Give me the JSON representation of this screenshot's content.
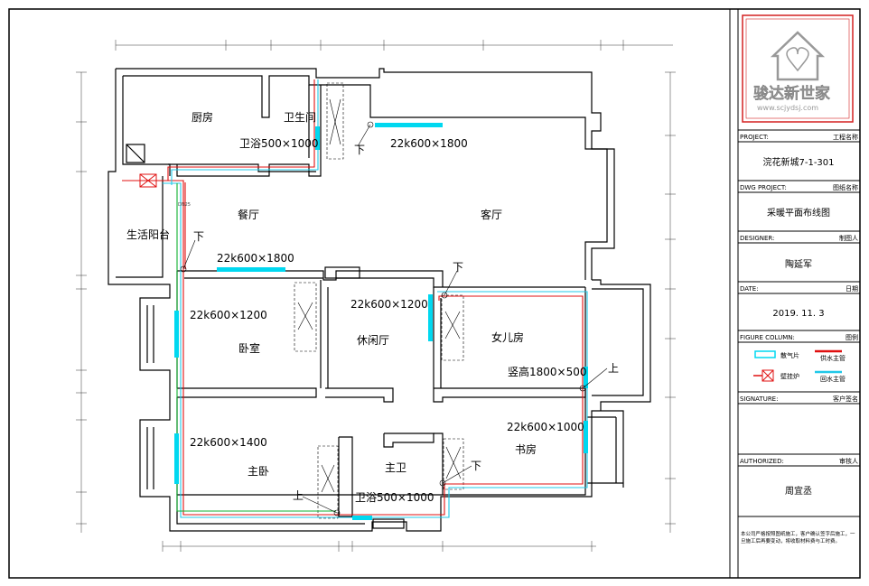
{
  "title_block": {
    "logo_text": "骏达新世家",
    "logo_url_text": "www.scjydsj.com",
    "rows": [
      {
        "key": "project",
        "label_en": "PROJECT:",
        "label_cn": "工程名称",
        "value": "浣花新城7-1-301"
      },
      {
        "key": "dwg",
        "label_en": "DWG PROJECT:",
        "label_cn": "图纸名称",
        "value": "采暖平面布线图"
      },
      {
        "key": "designer",
        "label_en": "DESIGNER:",
        "label_cn": "制图人",
        "value": "陶延军"
      },
      {
        "key": "date",
        "label_en": "DATE:",
        "label_cn": "日期",
        "value": "2019. 11. 3"
      }
    ],
    "legend": {
      "label_en": "FIGURE COLUMN:",
      "label_cn": "图例",
      "items": [
        {
          "symbol": "radiator",
          "text": "散气片"
        },
        {
          "symbol": "supply-pipe",
          "text": "供水主管"
        },
        {
          "symbol": "boiler",
          "text": "壁挂炉"
        },
        {
          "symbol": "return-pipe",
          "text": "回水主管"
        }
      ]
    },
    "signature": {
      "label_en": "SIGNATURE:",
      "label_cn": "客户签名",
      "value": ""
    },
    "authorized": {
      "label_en": "AUTHORIZED:",
      "label_cn": "审核人",
      "value": "周宜丞"
    },
    "note": "本公司严格按照图纸施工，客户确认签字后施工，一旦施工后再要变动，将收取材料费与工时费。"
  },
  "plan": {
    "rooms": [
      {
        "key": "kitchen",
        "text": "厨房"
      },
      {
        "key": "bath",
        "text": "卫生间"
      },
      {
        "key": "dining",
        "text": "餐厅"
      },
      {
        "key": "living",
        "text": "客厅"
      },
      {
        "key": "balcony",
        "text": "生活阳台"
      },
      {
        "key": "bedroom",
        "text": "卧室"
      },
      {
        "key": "lounge",
        "text": "休闲厅"
      },
      {
        "key": "daughter",
        "text": "女儿房"
      },
      {
        "key": "master",
        "text": "主卧"
      },
      {
        "key": "mbath",
        "text": "主卫"
      },
      {
        "key": "study",
        "text": "书房"
      }
    ],
    "radiators": [
      {
        "key": "r-bath",
        "text": "卫浴500×1000"
      },
      {
        "key": "r-living",
        "text": "22k600×1800"
      },
      {
        "key": "r-dining",
        "text": "22k600×1800"
      },
      {
        "key": "r-bedroom",
        "text": "22k600×1200"
      },
      {
        "key": "r-lounge",
        "text": "22k600×1200"
      },
      {
        "key": "r-daughter",
        "text": "竖高1800×500"
      },
      {
        "key": "r-master",
        "text": "22k600×1400"
      },
      {
        "key": "r-study",
        "text": "22k600×1000"
      },
      {
        "key": "r-mbath",
        "text": "卫浴500×1000"
      }
    ],
    "direction_marks": {
      "down": "下",
      "up": "上"
    },
    "boiler_tag": "DN25"
  },
  "colors": {
    "supply": "#e01010",
    "return": "#20c8e8",
    "green": "#10b030",
    "radiator": "#00d8f0",
    "wall": "#000000",
    "logo_red": "#d42020"
  }
}
